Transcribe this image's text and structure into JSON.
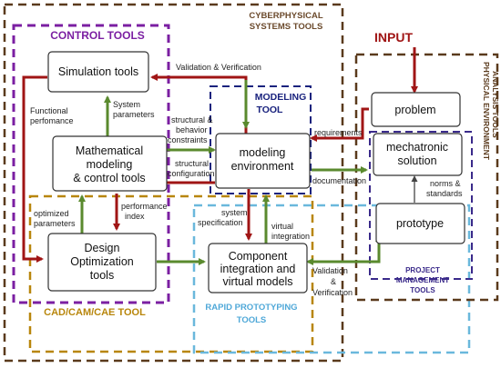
{
  "colors": {
    "cyber": "#5a3a1c",
    "control": "#7b1fa2",
    "modeling": "#1a237e",
    "cad": "#b8860b",
    "rapid": "#6ab8dc",
    "physical": "#5a3a1c",
    "project": "#3a2a8a",
    "red_arrow": "#a01515",
    "green_arrow": "#5a8a2e",
    "gray_arrow": "#444444"
  },
  "regions": {
    "cyberphysical": [
      "CYBERPHYSICAL",
      "SYSTEMS TOOLS"
    ],
    "control": "CONTROL TOOLS",
    "modeling": [
      "MODELING",
      "TOOL"
    ],
    "cad": "CAD/CAM/CAE TOOL",
    "rapid": [
      "RAPID PROTOTYPING",
      "TOOLS"
    ],
    "physical": [
      "PHYSICAL ENVIRONMENT",
      "ANALYSIS TOOLS"
    ],
    "project": [
      "PROJECT",
      "MANAGEMENT",
      "TOOLS"
    ]
  },
  "input_label": "INPUT",
  "nodes": {
    "simulation": [
      "Simulation tools"
    ],
    "mathematical": [
      "Mathematical",
      "modeling",
      "& control tools"
    ],
    "design": [
      "Design",
      "Optimization",
      "tools"
    ],
    "modeling_env": [
      "modeling",
      "environment"
    ],
    "component": [
      "Component",
      "integration and",
      "virtual models"
    ],
    "problem": [
      "problem"
    ],
    "mechatronic": [
      "mechatronic",
      "solution"
    ],
    "prototype": [
      "prototype"
    ]
  },
  "edge_labels": {
    "validation_verification": [
      "Validation & Verification"
    ],
    "functional_perfomance": [
      "Functional",
      "perfomance"
    ],
    "system_parameters": [
      "System",
      "parameters"
    ],
    "structural_behavior": [
      "structural &",
      "behavior",
      "constraints"
    ],
    "structural_configuration": [
      "structural",
      "configuration"
    ],
    "requirements": [
      "requirements"
    ],
    "documentation": [
      "documentation"
    ],
    "optimized_parameters": [
      "optimized",
      "parameters"
    ],
    "performance_index": [
      "performance",
      "index"
    ],
    "system_specification": [
      "system",
      "specification"
    ],
    "virtual_integration": [
      "virtual",
      "integration"
    ],
    "norms_standards": [
      "norms &",
      "standards"
    ],
    "validation_verification_2": [
      "Validation",
      "&",
      "Verification"
    ]
  }
}
